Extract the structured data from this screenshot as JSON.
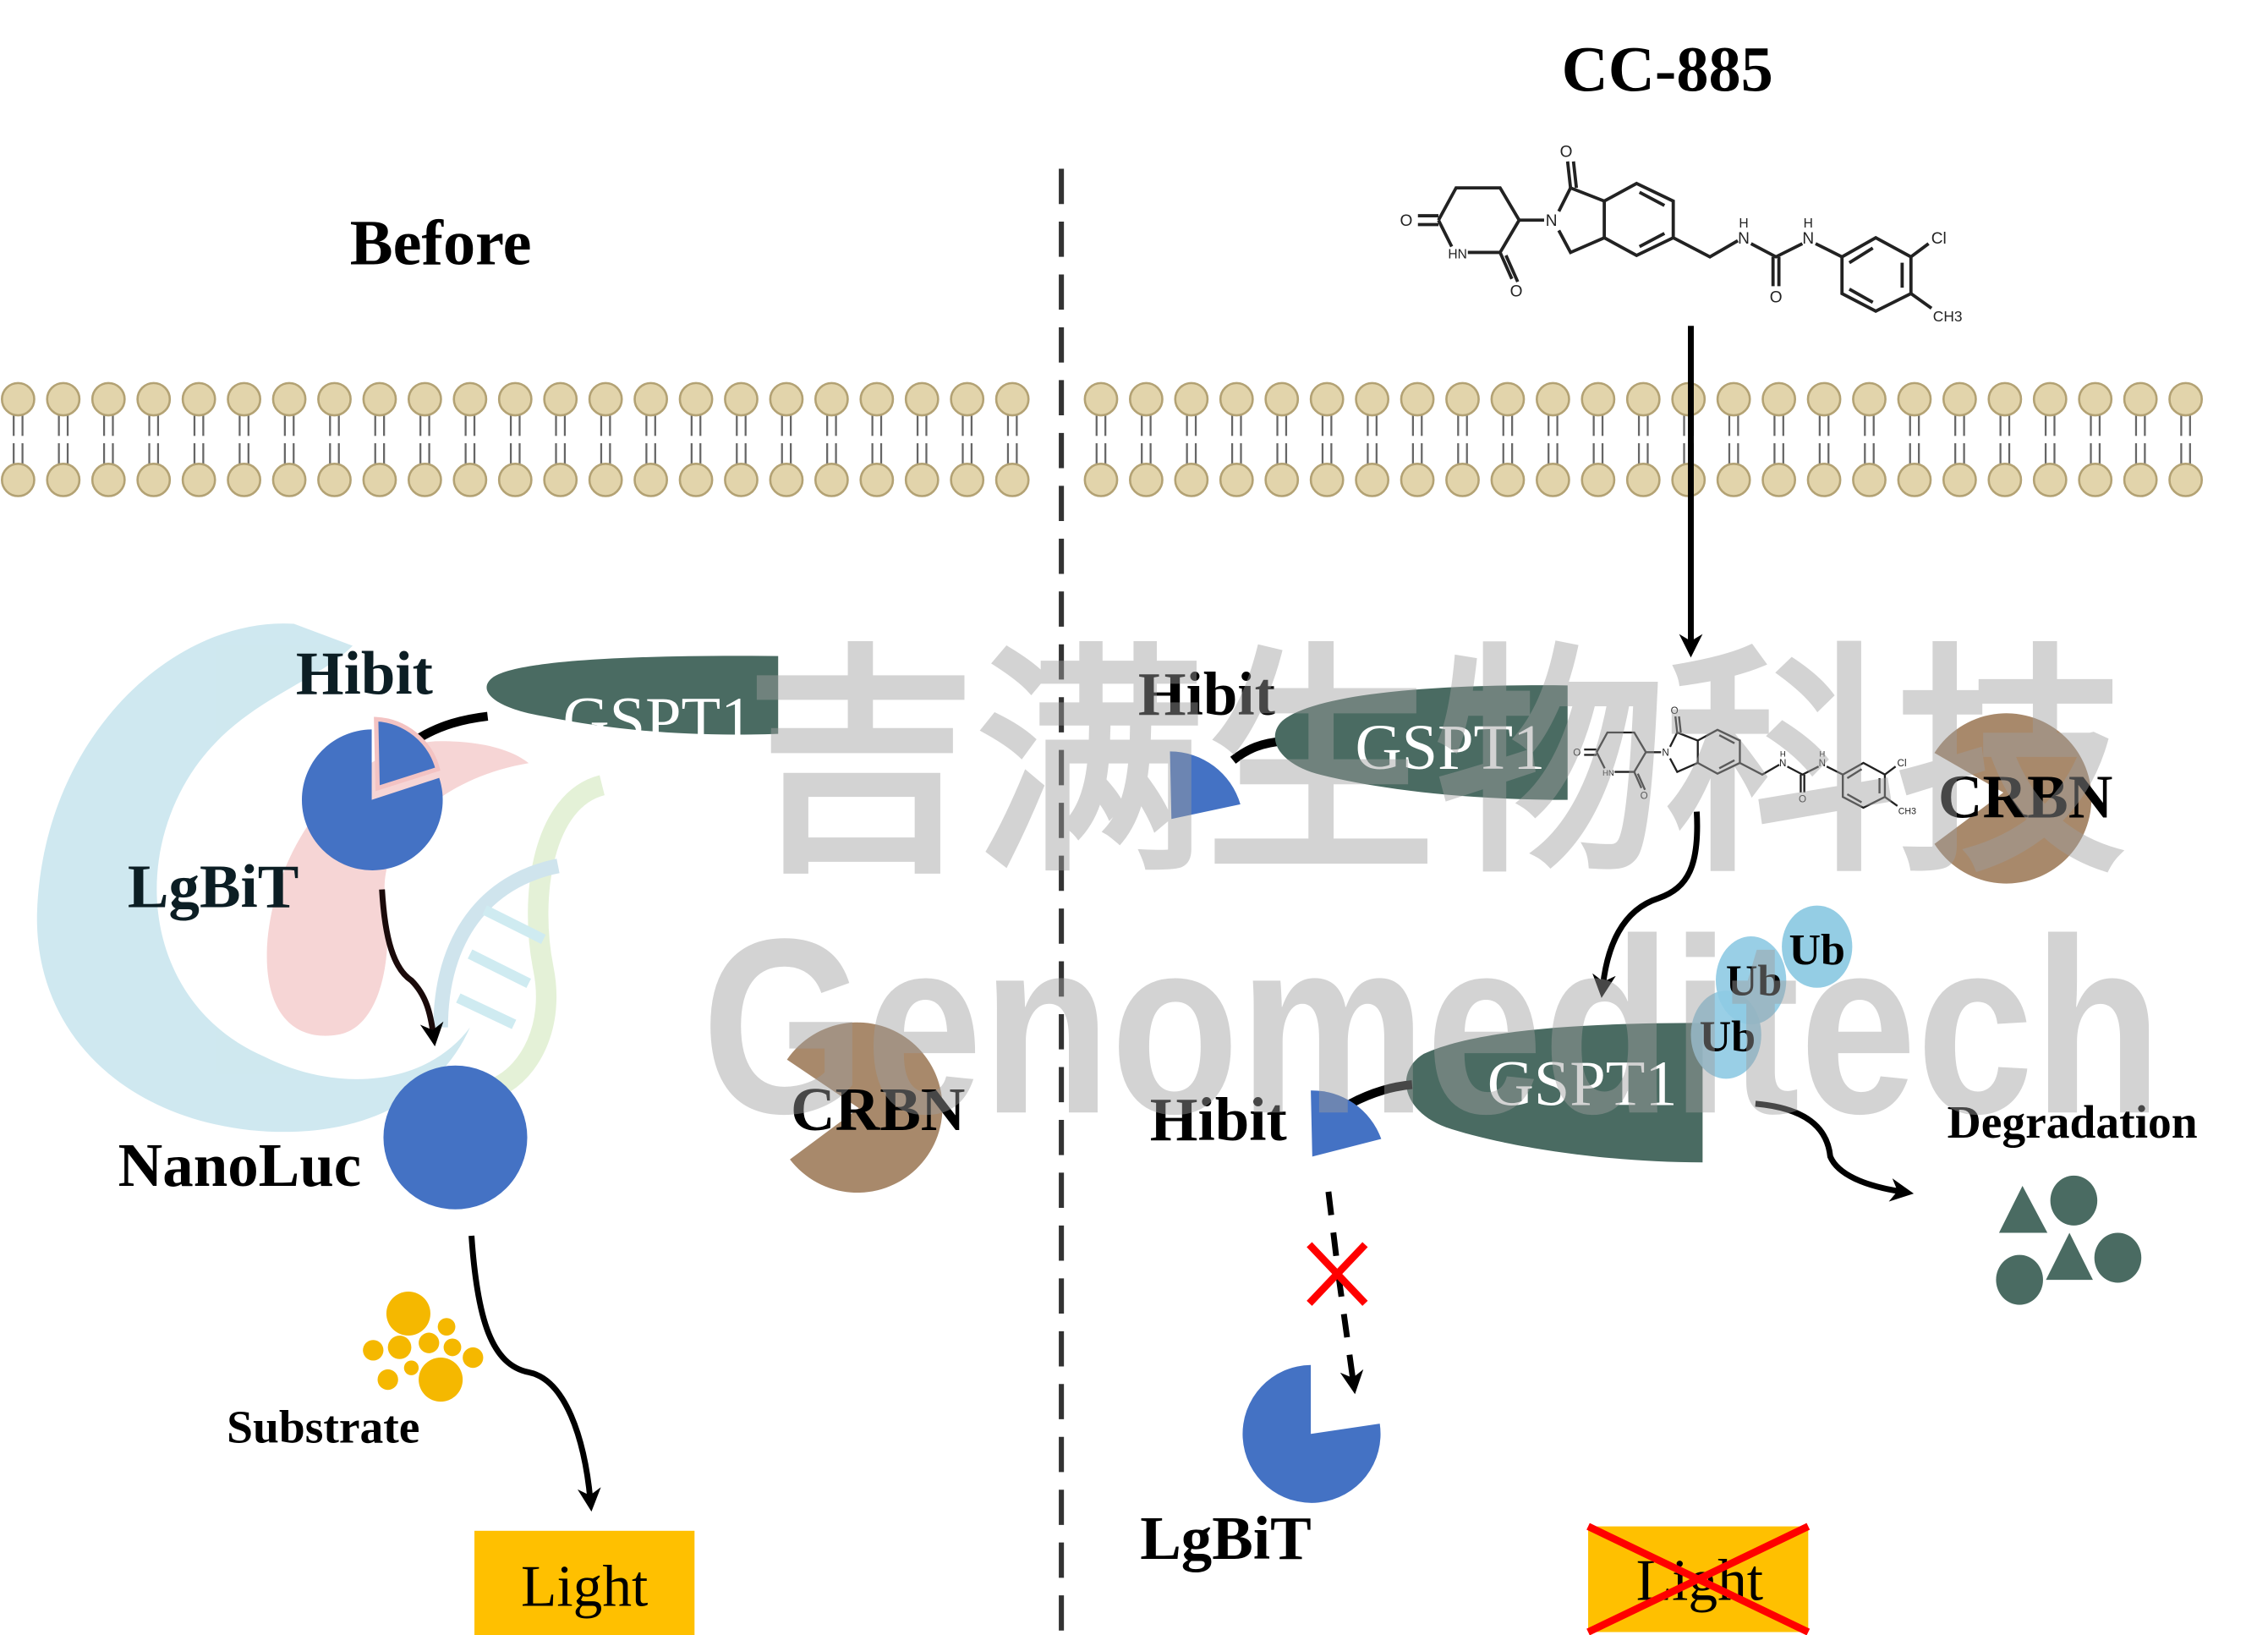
{
  "left_panel": {
    "title": "Before",
    "gspt1_label": "GSPT1",
    "hibit_label": "Hibit",
    "lgbit_label": "LgBiT",
    "nanoluc_label": "NanoLuc",
    "crbn_label": "CRBN",
    "substrate_label": "Substrate",
    "light_label": "Light"
  },
  "right_panel": {
    "title": "CC-885",
    "hibit_label_top": "Hibit",
    "gspt1_label_top": "GSPT1",
    "crbn_label": "CRBN",
    "ub_labels": [
      "Ub",
      "Ub",
      "Ub"
    ],
    "gspt1_label_bottom": "GSPT1",
    "hibit_label_bottom": "Hibit",
    "lgbit_label": "LgBiT",
    "degradation_label": "Degradation",
    "light_label": "Light"
  },
  "molecule_atoms": {
    "o1": "O",
    "hn": "HN",
    "o2": "O",
    "n": "N",
    "o3": "O",
    "nh1_h": "H",
    "nh1_n": "N",
    "o4": "O",
    "nh2_h": "H",
    "nh2_n": "N",
    "cl": "Cl",
    "ch3": "CH3"
  },
  "watermark": {
    "chinese": "吉满生物科技",
    "english": "Genomeditech"
  },
  "colors": {
    "protein_blue": "#4472c4",
    "gspt1_green": "#4a6b62",
    "crbn_brown": "#a8896b",
    "ub_blue": "#8ecae3",
    "light_yellow": "#ffc000",
    "substrate_yellow": "#f5b800",
    "cross_red": "#ff0000",
    "membrane_bead": "#e2d4ab"
  }
}
